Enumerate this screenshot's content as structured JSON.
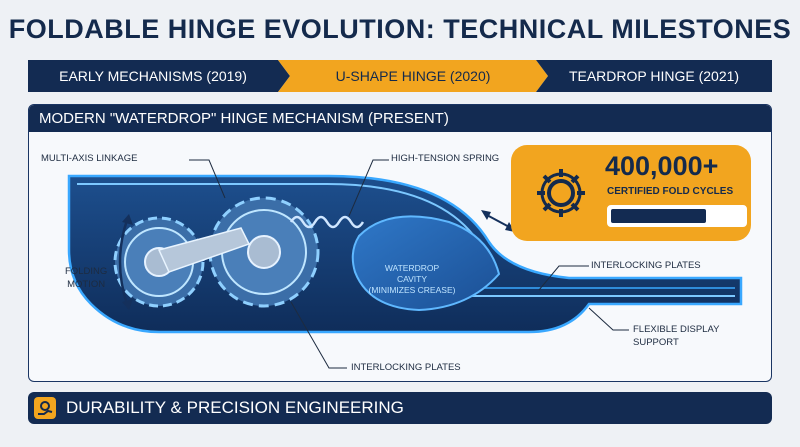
{
  "title": "FOLDABLE HINGE EVOLUTION: TECHNICAL MILESTONES",
  "timeline": [
    {
      "label": "EARLY MECHANISMS (2019)",
      "active": false
    },
    {
      "label": "U-SHAPE HINGE (2020)",
      "active": true
    },
    {
      "label": "TEARDROP HINGE (2021)",
      "active": false
    }
  ],
  "panel": {
    "header": "MODERN \"WATERDROP\" HINGE MECHANISM (PRESENT)",
    "labels": {
      "multi_axis": "MULTI-AXIS LINKAGE",
      "spring": "HIGH-TENSION SPRING",
      "folding_1": "FOLDING",
      "folding_2": "MOTION",
      "cavity_1": "WATERDROP",
      "cavity_2": "CAVITY",
      "cavity_3": "(MINIMIZES CREASE)",
      "plates_right": "INTERLOCKING PLATES",
      "plates_bottom": "INTERLOCKING PLATES",
      "flex_1": "FLEXIBLE DISPLAY",
      "flex_2": "SUPPORT"
    },
    "stat": {
      "value": "400,000+",
      "caption": "CERTIFIED FOLD CYCLES",
      "progress": 0.72
    }
  },
  "footer": {
    "text": "DURABILITY & PRECISION ENGINEERING"
  },
  "colors": {
    "navy": "#132b52",
    "accent": "#f2a51f",
    "glow": "#39a8ff"
  },
  "icons": [
    "gear-icon",
    "hand-gear-icon"
  ]
}
